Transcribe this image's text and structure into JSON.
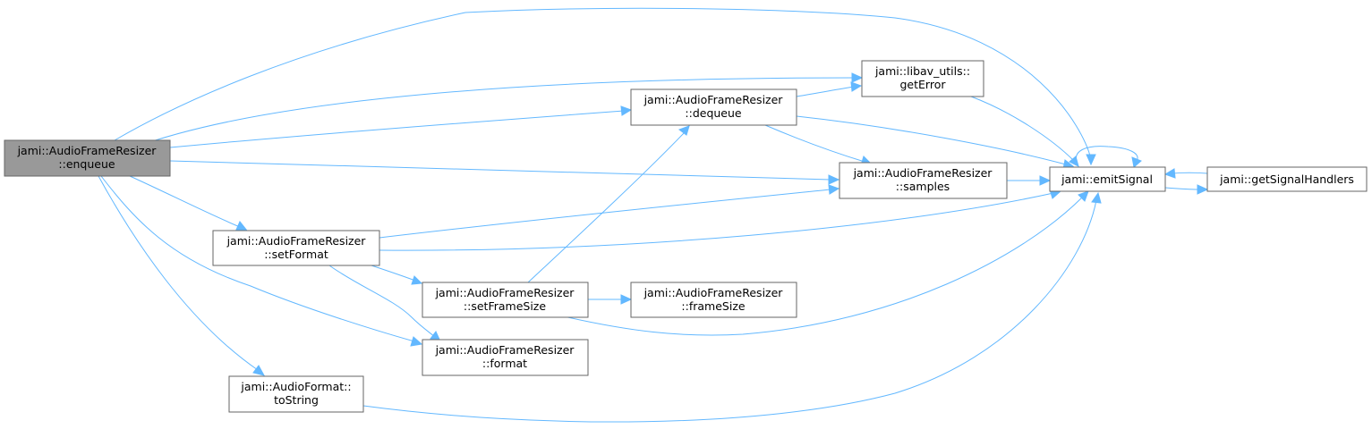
{
  "colors": {
    "edge": "#63b8ff",
    "node_border": "#666666",
    "root_fill": "#999999",
    "node_fill": "#ffffff"
  },
  "nodes": {
    "enqueue": {
      "line1": "jami::AudioFrameResizer",
      "line2": "::enqueue"
    },
    "setFormat": {
      "line1": "jami::AudioFrameResizer",
      "line2": "::setFormat"
    },
    "toString": {
      "line1": "jami::AudioFormat::",
      "line2": "toString"
    },
    "dequeue": {
      "line1": "jami::AudioFrameResizer",
      "line2": "::dequeue"
    },
    "setFrameSize": {
      "line1": "jami::AudioFrameResizer",
      "line2": "::setFrameSize"
    },
    "format": {
      "line1": "jami::AudioFrameResizer",
      "line2": "::format"
    },
    "getError": {
      "line1": "jami::libav_utils::",
      "line2": "getError"
    },
    "samples": {
      "line1": "jami::AudioFrameResizer",
      "line2": "::samples"
    },
    "frameSize": {
      "line1": "jami::AudioFrameResizer",
      "line2": "::frameSize"
    },
    "emitSignal": {
      "label": "jami::emitSignal"
    },
    "getSignalHandlers": {
      "label": "jami::getSignalHandlers"
    }
  }
}
